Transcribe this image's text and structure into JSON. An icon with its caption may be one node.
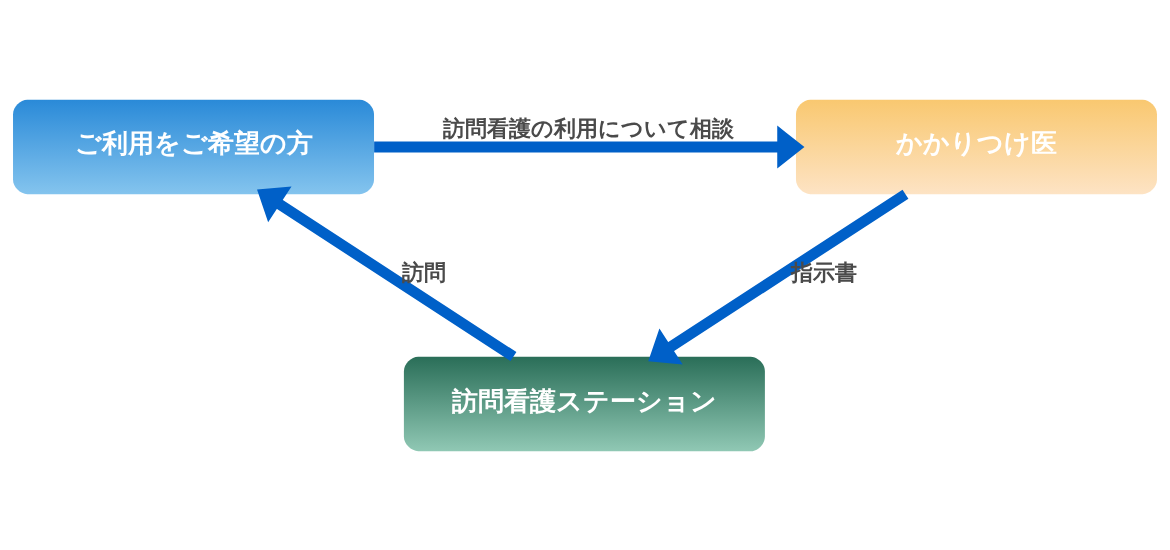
{
  "diagram": {
    "nodes": [
      {
        "text": [
          "ご利用をご希望の方"
        ]
      },
      {
        "text": [
          "かかりつけ医"
        ]
      },
      {
        "text": [
          "訪問看護ステーション"
        ]
      }
    ],
    "edges": [
      {
        "from": 0,
        "to": 1,
        "arrow": "to",
        "label": "訪問看護の利用について相談"
      },
      {
        "from": 1,
        "to": 2,
        "arrow": "to",
        "label": "指示書"
      },
      {
        "from": 2,
        "to": 0,
        "arrow": "to",
        "label": "訪問"
      }
    ]
  }
}
